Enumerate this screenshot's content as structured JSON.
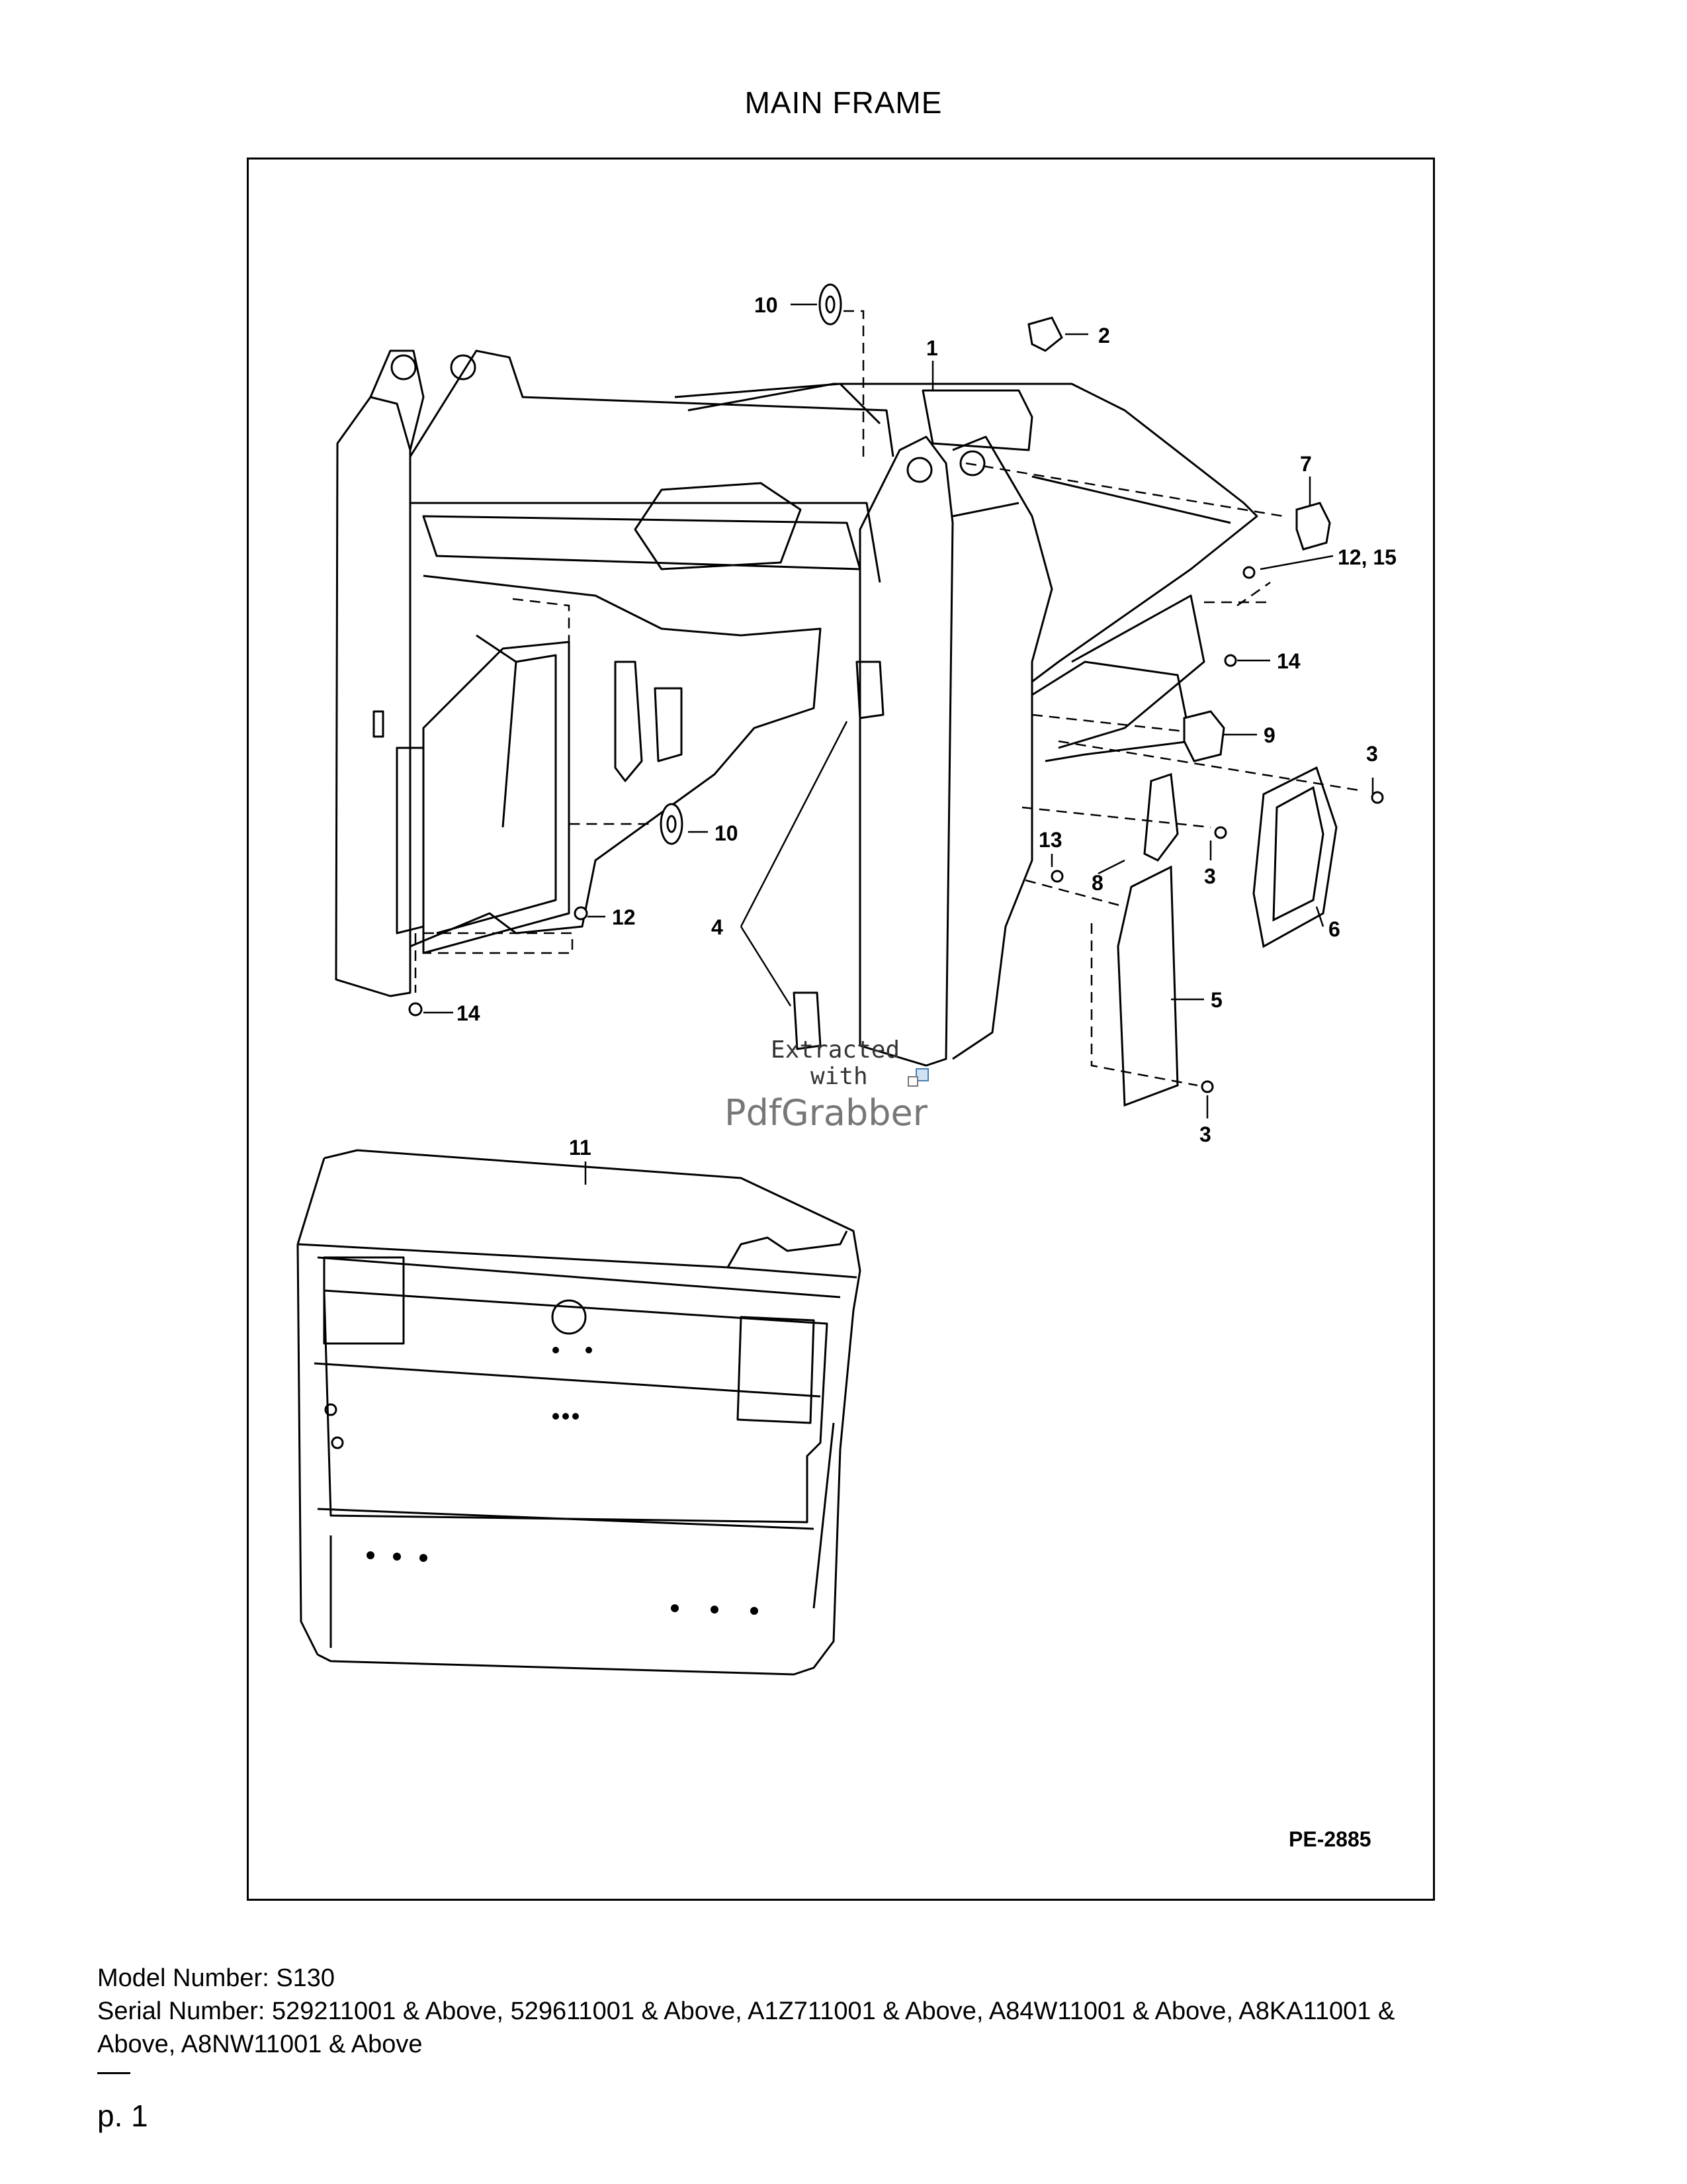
{
  "document": {
    "title": "MAIN FRAME",
    "reference_code": "PE-2885",
    "watermark": {
      "line1": "Extracted",
      "line2": "with",
      "brand": "PdfGrabber"
    },
    "callouts": [
      "10",
      "2",
      "1",
      "7",
      "12, 15",
      "14",
      "9",
      "3",
      "13",
      "3",
      "8",
      "6",
      "5",
      "3",
      "10",
      "12",
      "4",
      "14",
      "11"
    ],
    "footer": {
      "model_line": "Model Number: S130",
      "serial_line": "Serial Number: 529211001 & Above, 529611001 & Above, A1Z711001 & Above, A84W11001 & Above, A8KA11001 &",
      "serial_line_cont": "Above, A8NW11001 & Above"
    },
    "page_label": "p. 1"
  }
}
